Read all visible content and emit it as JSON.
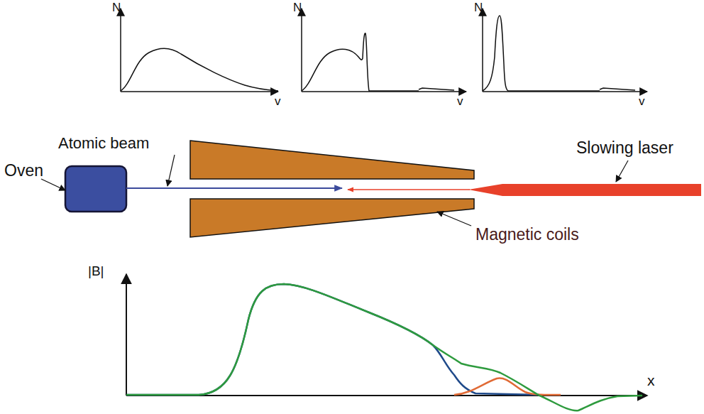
{
  "diagram": {
    "labels": [
      "N",
      "v",
      "N",
      "v",
      "N",
      "v",
      "Oven",
      "Atomic beam",
      "Slowing laser",
      "Magnetic coils",
      "|B|",
      "x"
    ]
  }
}
